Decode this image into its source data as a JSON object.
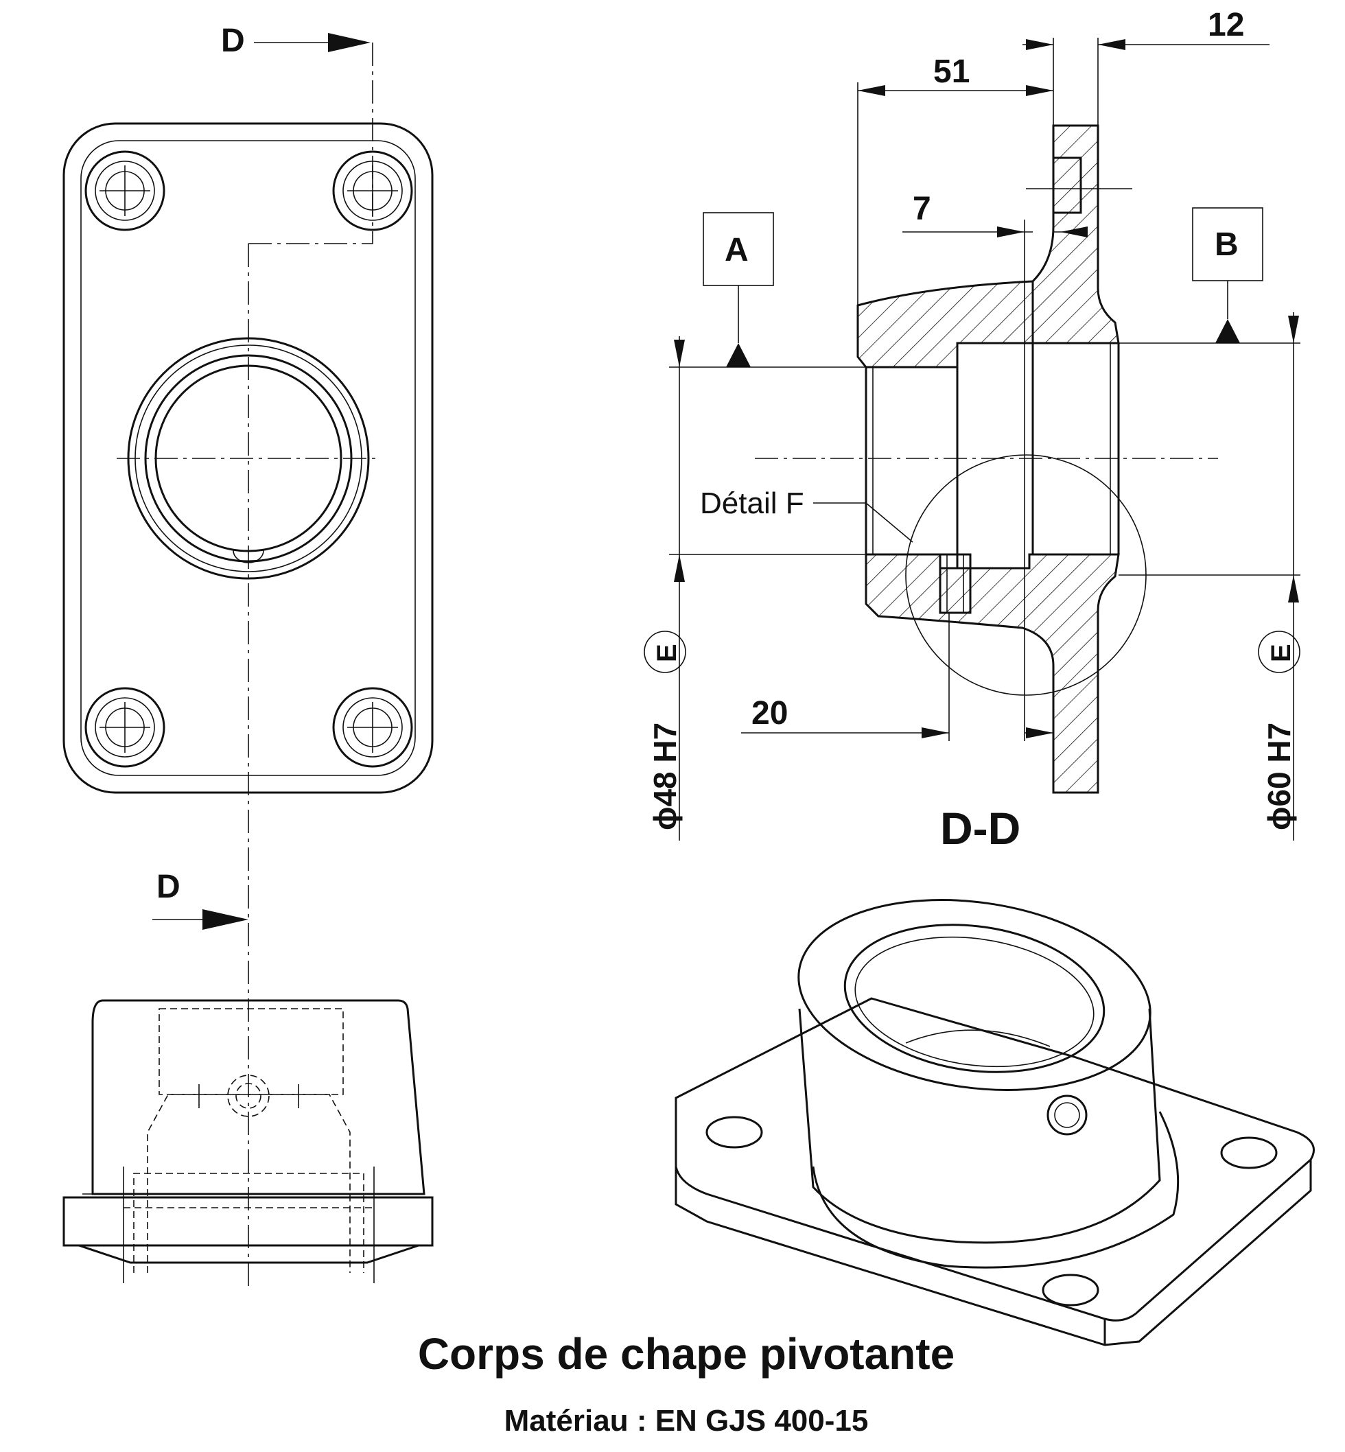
{
  "title": "Corps de chape pivotante",
  "material": "Matériau : EN GJS  400-15",
  "section_label": "D-D",
  "cut_marks": {
    "top": "D",
    "bottom": "D"
  },
  "datums": {
    "a": "A",
    "b": "B"
  },
  "dimensions": {
    "d51": "51",
    "d12": "12",
    "d7": "7",
    "d20": "20",
    "dia48": "ϕ48 H7",
    "dia60": "ϕ60 H7",
    "envelope": "E"
  },
  "detail_label": "Détail F"
}
